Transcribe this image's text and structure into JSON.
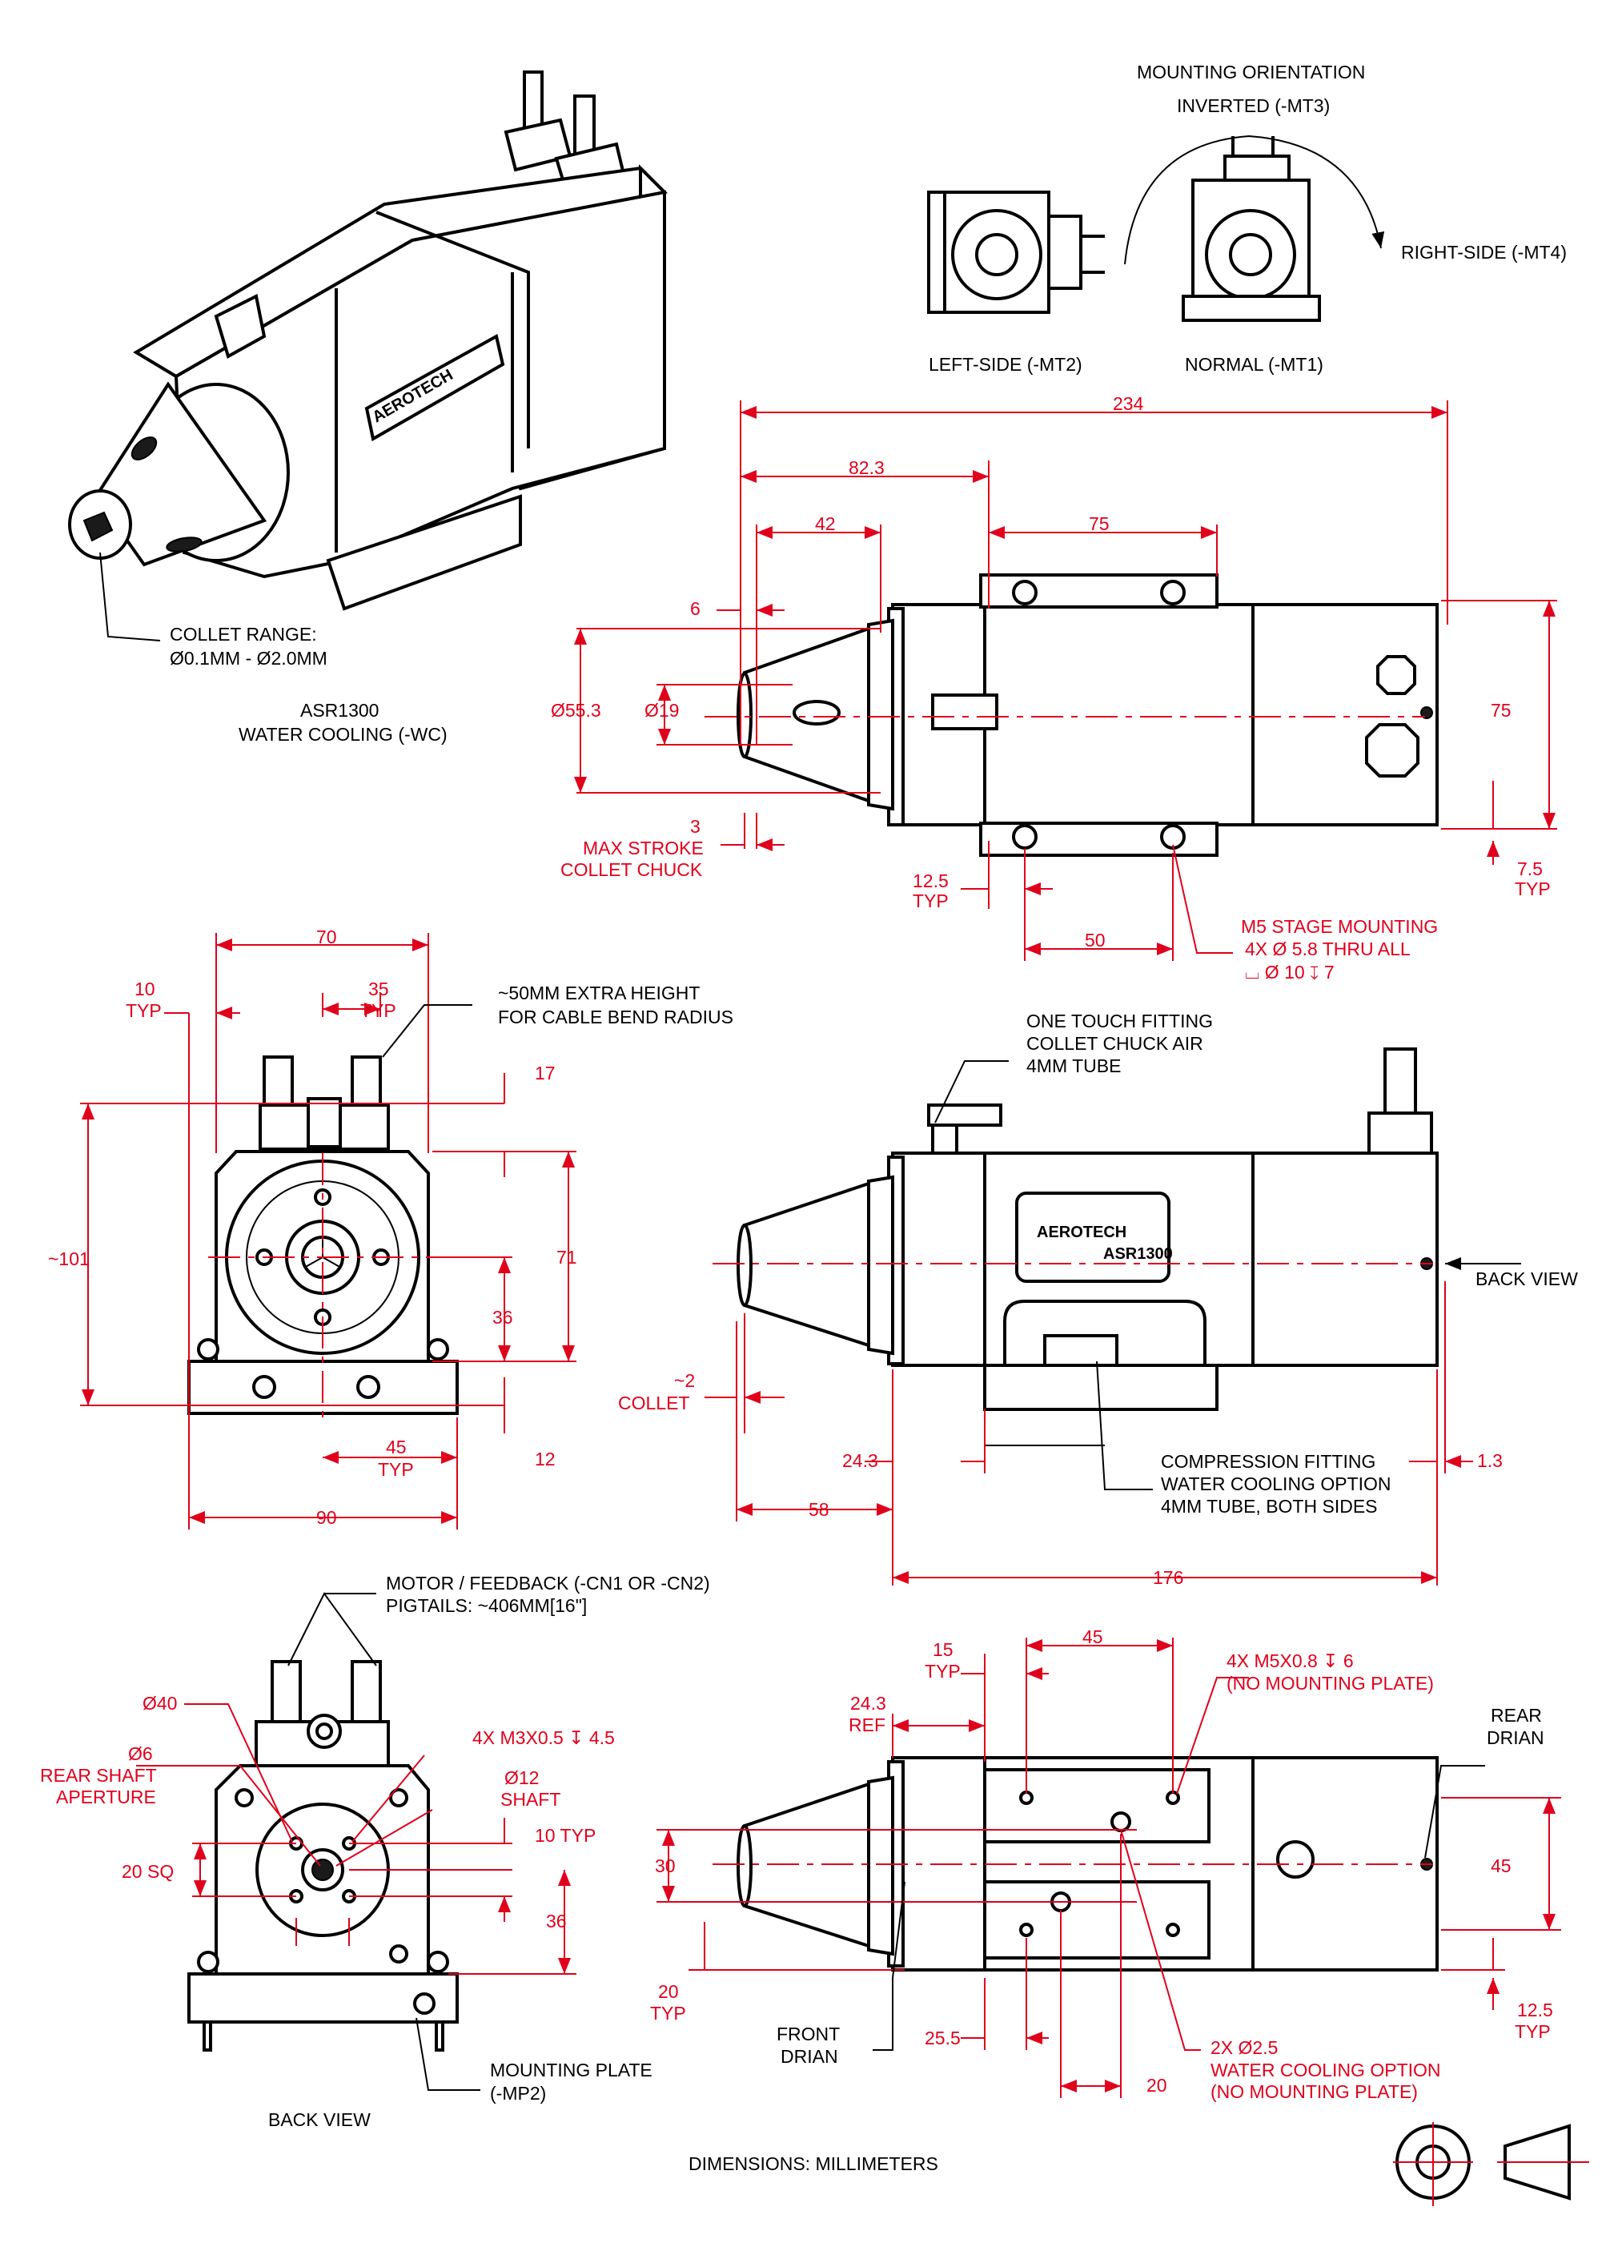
{
  "orientation": {
    "title": "MOUNTING ORIENTATION",
    "inverted": "INVERTED (-MT3)",
    "right_side": "RIGHT-SIDE (-MT4)",
    "left_side": "LEFT-SIDE (-MT2)",
    "normal": "NORMAL (-MT1)"
  },
  "iso": {
    "collet_range_1": "COLLET RANGE:",
    "collet_range_2": "Ø0.1MM - Ø2.0MM",
    "model": "ASR1300",
    "option": "WATER COOLING (-WC)"
  },
  "top": {
    "d234": "234",
    "d82_3": "82.3",
    "d42": "42",
    "d75w": "75",
    "d6": "6",
    "d55_3": "Ø55.3",
    "d19": "Ø19",
    "d75h": "75",
    "d3": "3",
    "max_stroke": "MAX STROKE",
    "collet_chuck": "COLLET CHUCK",
    "d12_5": "12.5",
    "typ1": "TYP",
    "d50": "50",
    "d7_5": "7.5",
    "typ2": "TYP",
    "m5_1": "M5 STAGE MOUNTING",
    "m5_2": "4X  Ø 5.8 THRU ALL",
    "m5_3": "⌴ Ø 10 ↧ 7"
  },
  "front": {
    "d70": "70",
    "d10": "10",
    "typ10": "TYP",
    "d35": "35",
    "typ35": "TYP",
    "extra_1": "~50MM EXTRA HEIGHT",
    "extra_2": "FOR CABLE BEND RADIUS",
    "d17": "17",
    "d101": "~101",
    "d71": "71",
    "d36": "36",
    "d45": "45",
    "typ45": "TYP",
    "d12": "12",
    "d90": "90"
  },
  "side": {
    "fit_1": "ONE TOUCH FITTING",
    "fit_2": "COLLET CHUCK AIR",
    "fit_3": "4MM TUBE",
    "back_view": "BACK VIEW",
    "d2": "~2",
    "collet": "COLLET",
    "d24_3": "24.3",
    "comp_1": "COMPRESSION FITTING",
    "comp_2": "WATER COOLING OPTION",
    "comp_3": "4MM TUBE, BOTH SIDES",
    "d1_3": "1.3",
    "d58": "58",
    "d176": "176"
  },
  "back": {
    "motor_1": "MOTOR / FEEDBACK (-CN1 OR -CN2)",
    "motor_2": "PIGTAILS: ~406MM[16\"]",
    "d40": "Ø40",
    "d6": "Ø6",
    "rear_1": "REAR SHAFT",
    "rear_2": "APERTURE",
    "m3": "4X M3X0.5 ↧ 4.5",
    "d12": "Ø12",
    "shaft": "SHAFT",
    "d10typ": "10 TYP",
    "d20sq": "20 SQ",
    "d36": "36",
    "plate_1": "MOUNTING PLATE",
    "plate_2": "(-MP2)",
    "caption": "BACK VIEW"
  },
  "bottom": {
    "d45": "45",
    "d15": "15",
    "typ15": "TYP",
    "m5_1": "4X M5X0.8 ↧ 6",
    "m5_2": "(NO MOUNTING PLATE)",
    "d24_3": "24.3",
    "ref": "REF",
    "rear_1": "REAR",
    "rear_2": "DRIAN",
    "d30": "30",
    "d45v": "45",
    "d20": "20",
    "typ20": "TYP",
    "front_1": "FRONT",
    "front_2": "DRIAN",
    "d25_5": "25.5",
    "wc_1": "2X Ø2.5",
    "wc_2": "WATER COOLING OPTION",
    "wc_3": "(NO MOUNTING PLATE)",
    "d20b": "20",
    "d12_5": "12.5",
    "typ12": "TYP"
  },
  "footer": {
    "units": "DIMENSIONS:  MILLIMETERS"
  },
  "logo": {
    "brand": "AEROTECH",
    "model": "ASR1300"
  }
}
